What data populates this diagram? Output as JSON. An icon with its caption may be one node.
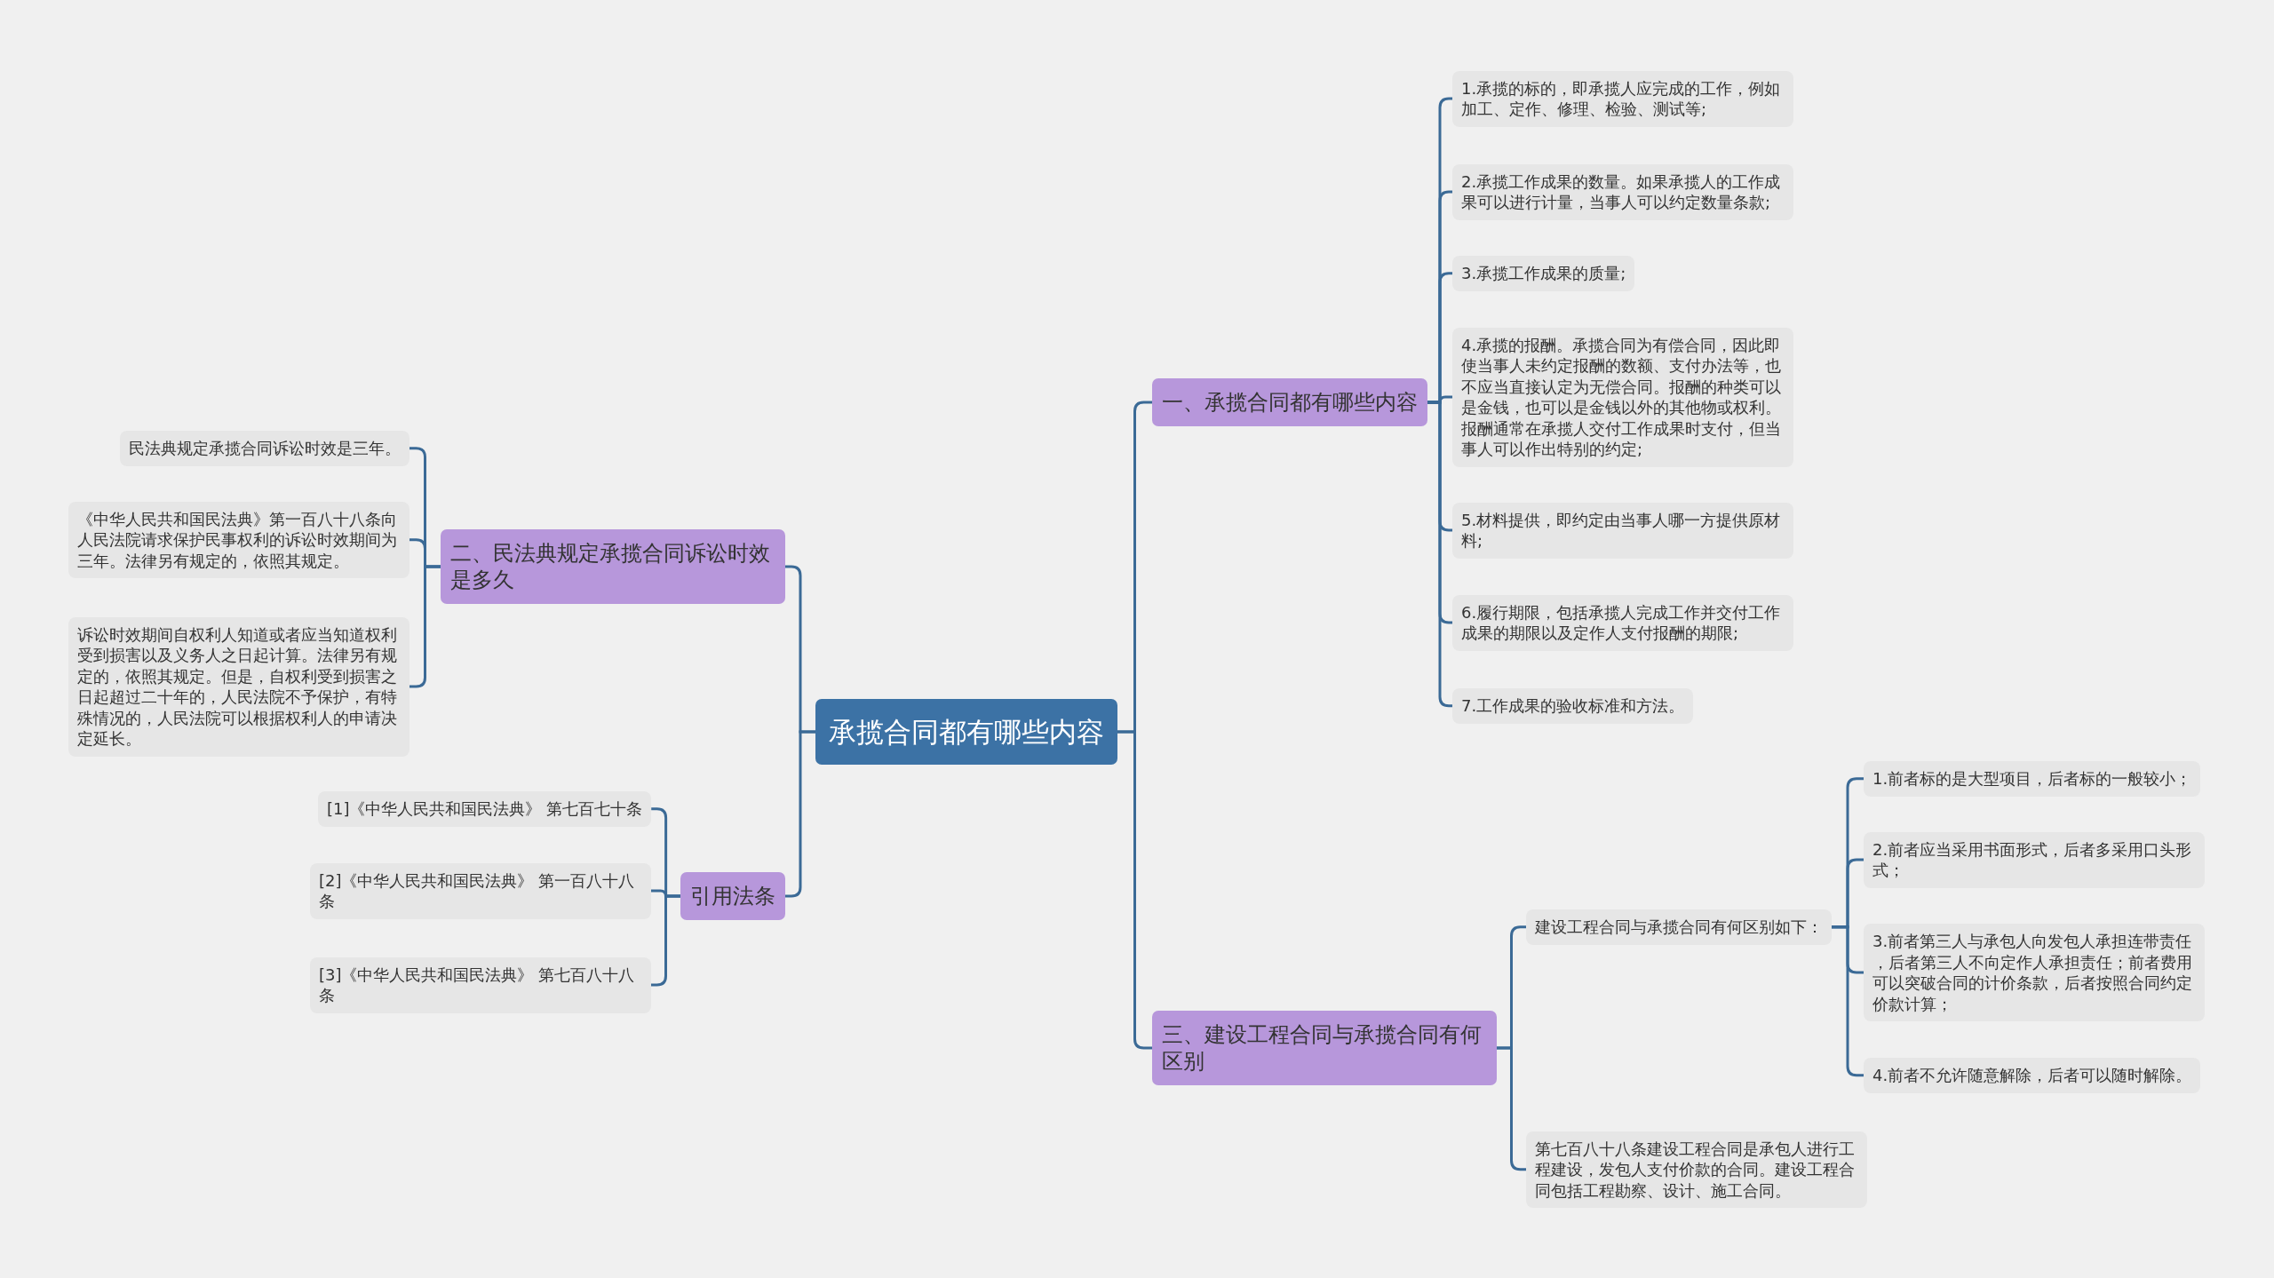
{
  "diagram": {
    "nodes": [
      {
        "text": [
          "承揽合同都有哪些内容"
        ]
      },
      {
        "text": [
          "一、承揽合同都有哪些内容"
        ]
      },
      {
        "text": [
          "1.承揽的标的，即承揽人应完成的工作，例如加工、定作、修理、检验、测试等;"
        ]
      },
      {
        "text": [
          "2.承揽工作成果的数量。如果承揽人的工作成果可以进行计量，当事人可以约定数量条款;"
        ]
      },
      {
        "text": [
          "3.承揽工作成果的质量;"
        ]
      },
      {
        "text": [
          "4.承揽的报酬。承揽合同为有偿合同，因此即使当事人未约定报酬的数额、支付办法等，也不应当直接认定为无偿合同。报酬的种类可以是金钱，也可以是金钱以外的其他物或权利。报酬通常在承揽人交付工作成果时支付，但当事人可以作出特别的约定;"
        ]
      },
      {
        "text": [
          "5.材料提供，即约定由当事人哪一方提供原材料;"
        ]
      },
      {
        "text": [
          "6.履行期限，包括承揽人完成工作并交付工作成果的期限以及定作人支付报酬的期限;"
        ]
      },
      {
        "text": [
          "7.工作成果的验收标准和方法。"
        ]
      },
      {
        "text": [
          "二、民法典规定承揽合同诉讼时效是多久"
        ]
      },
      {
        "text": [
          "民法典规定承揽合同诉讼时效是三年。"
        ]
      },
      {
        "text": [
          "《中华人民共和国民法典》第一百八十八条向人民法院请求保护民事权利的诉讼时效期间为三年。法律另有规定的，依照其规定。"
        ]
      },
      {
        "text": [
          "诉讼时效期间自权利人知道或者应当知道权利受到损害以及义务人之日起计算。法律另有规定的，依照其规定。但是，自权利受到损害之日起超过二十年的，人民法院不予保护，有特殊情况的，人民法院可以根据权利人的申请决定延长。"
        ]
      },
      {
        "text": [
          "三、建设工程合同与承揽合同有何区别"
        ]
      },
      {
        "text": [
          "建设工程合同与承揽合同有何区别如下："
        ]
      },
      {
        "text": [
          "1.前者标的是大型项目，后者标的一般较小；"
        ]
      },
      {
        "text": [
          "2.前者应当采用书面形式，后者多采用口头形式；"
        ]
      },
      {
        "text": [
          "3.前者第三人与承包人向发包人承担连带责任，后者第三人不向定作人承担责任；前者费用可以突破合同的计价条款，后者按照合同约定价款计算；"
        ]
      },
      {
        "text": [
          "4.前者不允许随意解除，后者可以随时解除。"
        ]
      },
      {
        "text": [
          "第七百八十八条建设工程合同是承包人进行工程建设，发包人支付价款的合同。建设工程合同包括工程勘察、设计、施工合同。"
        ]
      },
      {
        "text": [
          "引用法条"
        ]
      },
      {
        "text": [
          "[1]《中华人民共和国民法典》 第七百七十条"
        ]
      },
      {
        "text": [
          "[2]《中华人民共和国民法典》 第一百八十八条"
        ]
      },
      {
        "text": [
          "[3]《中华人民共和国民法典》 第七百八十八条"
        ]
      }
    ],
    "edges": [
      {
        "from": 0,
        "to": 1,
        "arrow": "none"
      },
      {
        "from": 1,
        "to": 2,
        "arrow": "none"
      },
      {
        "from": 1,
        "to": 3,
        "arrow": "none"
      },
      {
        "from": 1,
        "to": 4,
        "arrow": "none"
      },
      {
        "from": 1,
        "to": 5,
        "arrow": "none"
      },
      {
        "from": 1,
        "to": 6,
        "arrow": "none"
      },
      {
        "from": 1,
        "to": 7,
        "arrow": "none"
      },
      {
        "from": 1,
        "to": 8,
        "arrow": "none"
      },
      {
        "from": 0,
        "to": 9,
        "arrow": "none"
      },
      {
        "from": 9,
        "to": 10,
        "arrow": "none"
      },
      {
        "from": 9,
        "to": 11,
        "arrow": "none"
      },
      {
        "from": 9,
        "to": 12,
        "arrow": "none"
      },
      {
        "from": 0,
        "to": 13,
        "arrow": "none"
      },
      {
        "from": 13,
        "to": 14,
        "arrow": "none"
      },
      {
        "from": 14,
        "to": 15,
        "arrow": "none"
      },
      {
        "from": 14,
        "to": 16,
        "arrow": "none"
      },
      {
        "from": 14,
        "to": 17,
        "arrow": "none"
      },
      {
        "from": 14,
        "to": 18,
        "arrow": "none"
      },
      {
        "from": 13,
        "to": 19,
        "arrow": "none"
      },
      {
        "from": 0,
        "to": 20,
        "arrow": "none"
      },
      {
        "from": 20,
        "to": 21,
        "arrow": "none"
      },
      {
        "from": 20,
        "to": 22,
        "arrow": "none"
      },
      {
        "from": 20,
        "to": 23,
        "arrow": "none"
      }
    ]
  }
}
